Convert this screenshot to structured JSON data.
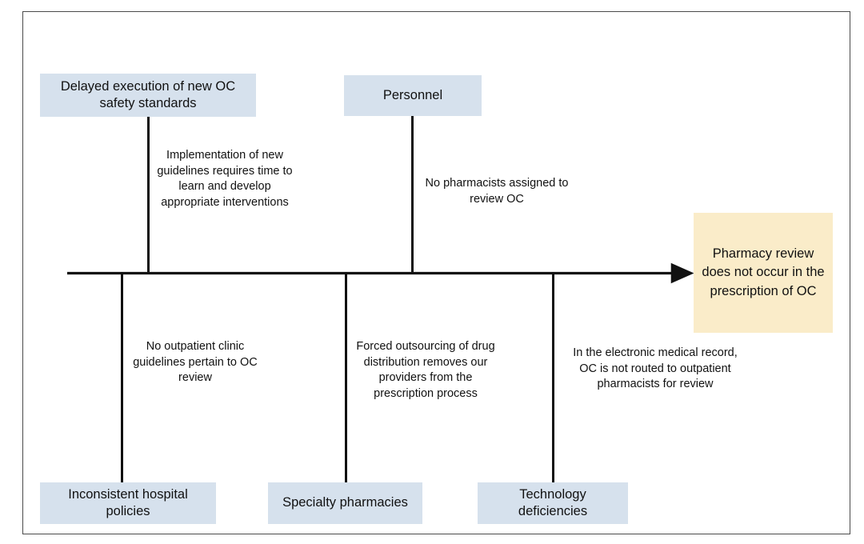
{
  "diagram": {
    "type": "fishbone-ishikawa",
    "effect": {
      "label": "Pharmacy review does not occur in the prescription of OC",
      "color": "#faecc9"
    },
    "category_color": "#d6e1ed",
    "spine_color": "#111111",
    "frame_color": "#4a4a4a",
    "branches": [
      {
        "side": "top",
        "category": "Delayed execution of new OC safety standards",
        "cause": "Implementation of new guidelines requires time to learn and develop appropriate interventions"
      },
      {
        "side": "top",
        "category": "Personnel",
        "cause": "No pharmacists assigned to review OC"
      },
      {
        "side": "bottom",
        "category": "Inconsistent hospital policies",
        "cause": "No outpatient clinic guidelines pertain to OC review"
      },
      {
        "side": "bottom",
        "category": "Specialty pharmacies",
        "cause": "Forced outsourcing of drug distribution removes our providers from the prescription process"
      },
      {
        "side": "bottom",
        "category": "Technology deficiencies",
        "cause": "In the electronic medical record, OC is not routed to outpatient pharmacists for review"
      }
    ]
  }
}
